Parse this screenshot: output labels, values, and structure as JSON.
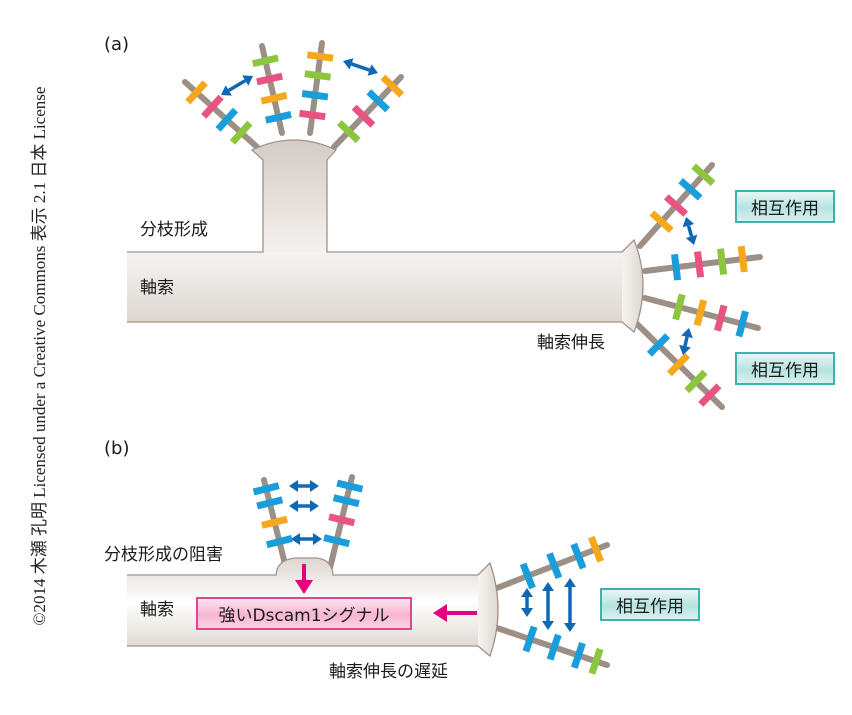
{
  "credit": "©2014 木瀬 孔明 Licensed under a Creative Commons 表示 2.1 日本 License",
  "panel_a": {
    "label": "(a)",
    "branching_label": "分枝形成",
    "axon_label": "軸索",
    "elongation_label": "軸索伸長",
    "interaction_box_1": "相互作用",
    "interaction_box_2": "相互作用"
  },
  "panel_b": {
    "label": "(b)",
    "branching_inhibition_label": "分枝形成の阻害",
    "axon_label": "軸索",
    "signal_box": "強いDscam1シグナル",
    "elongation_delay_label": "軸索伸長の遅延",
    "interaction_box": "相互作用"
  },
  "colors": {
    "neurite": "#9c8f86",
    "axon_fill": "#ece8e4",
    "axon_outline": "#a0928a",
    "isoform_orange": "#f5a81c",
    "isoform_pink": "#e8547f",
    "isoform_blue": "#1a9ddb",
    "isoform_green": "#8cc63f",
    "interaction_arrow": "#1068b4",
    "signal_arrow": "#e4007f",
    "teal_border": "#3fb2b0",
    "pink_border": "#e0468f"
  }
}
